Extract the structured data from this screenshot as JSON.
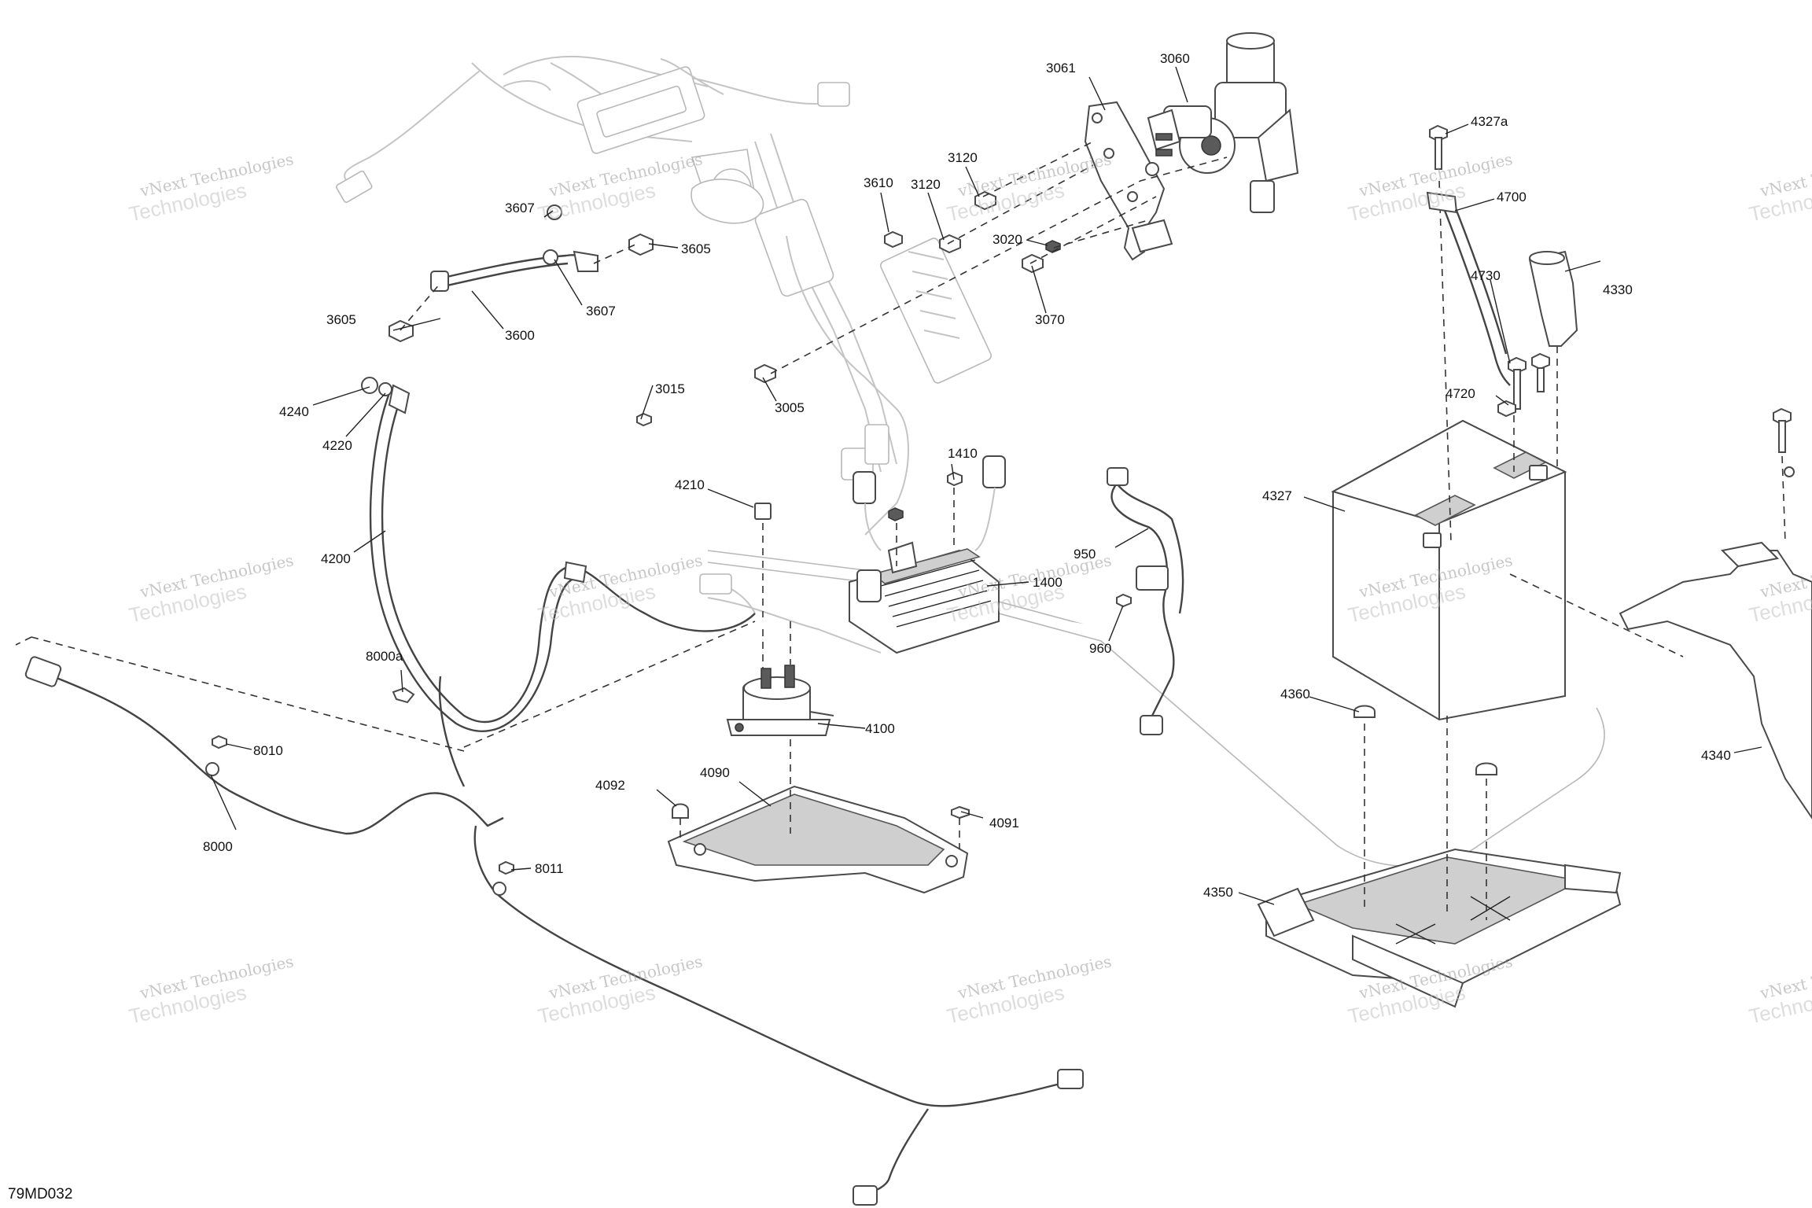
{
  "diagram_code": "79MD032",
  "watermark": {
    "line1": "vNext Technologies",
    "line2": "Technologies"
  },
  "part_labels": [
    {
      "id": "3061",
      "text": "3061"
    },
    {
      "id": "3060",
      "text": "3060"
    },
    {
      "id": "3120a",
      "text": "3120"
    },
    {
      "id": "3120b",
      "text": "3120"
    },
    {
      "id": "3610",
      "text": "3610"
    },
    {
      "id": "3020",
      "text": "3020"
    },
    {
      "id": "3070",
      "text": "3070"
    },
    {
      "id": "3607a",
      "text": "3607"
    },
    {
      "id": "3605a",
      "text": "3605"
    },
    {
      "id": "3607b",
      "text": "3607"
    },
    {
      "id": "3605b",
      "text": "3605"
    },
    {
      "id": "3600",
      "text": "3600"
    },
    {
      "id": "3015",
      "text": "3015"
    },
    {
      "id": "3005",
      "text": "3005"
    },
    {
      "id": "4240",
      "text": "4240"
    },
    {
      "id": "4220",
      "text": "4220"
    },
    {
      "id": "4200",
      "text": "4200"
    },
    {
      "id": "4210",
      "text": "4210"
    },
    {
      "id": "1410",
      "text": "1410"
    },
    {
      "id": "1400",
      "text": "1400"
    },
    {
      "id": "950",
      "text": "950"
    },
    {
      "id": "960",
      "text": "960"
    },
    {
      "id": "4100",
      "text": "4100"
    },
    {
      "id": "4092",
      "text": "4092"
    },
    {
      "id": "4090",
      "text": "4090"
    },
    {
      "id": "4091",
      "text": "4091"
    },
    {
      "id": "8000a",
      "text": "8000a"
    },
    {
      "id": "8010",
      "text": "8010"
    },
    {
      "id": "8000",
      "text": "8000"
    },
    {
      "id": "8011",
      "text": "8011"
    },
    {
      "id": "4327a",
      "text": "4327a"
    },
    {
      "id": "4700",
      "text": "4700"
    },
    {
      "id": "4730",
      "text": "4730"
    },
    {
      "id": "4330",
      "text": "4330"
    },
    {
      "id": "4720",
      "text": "4720"
    },
    {
      "id": "4327",
      "text": "4327"
    },
    {
      "id": "4360",
      "text": "4360"
    },
    {
      "id": "4350",
      "text": "4350"
    },
    {
      "id": "4340",
      "text": "4340"
    }
  ]
}
